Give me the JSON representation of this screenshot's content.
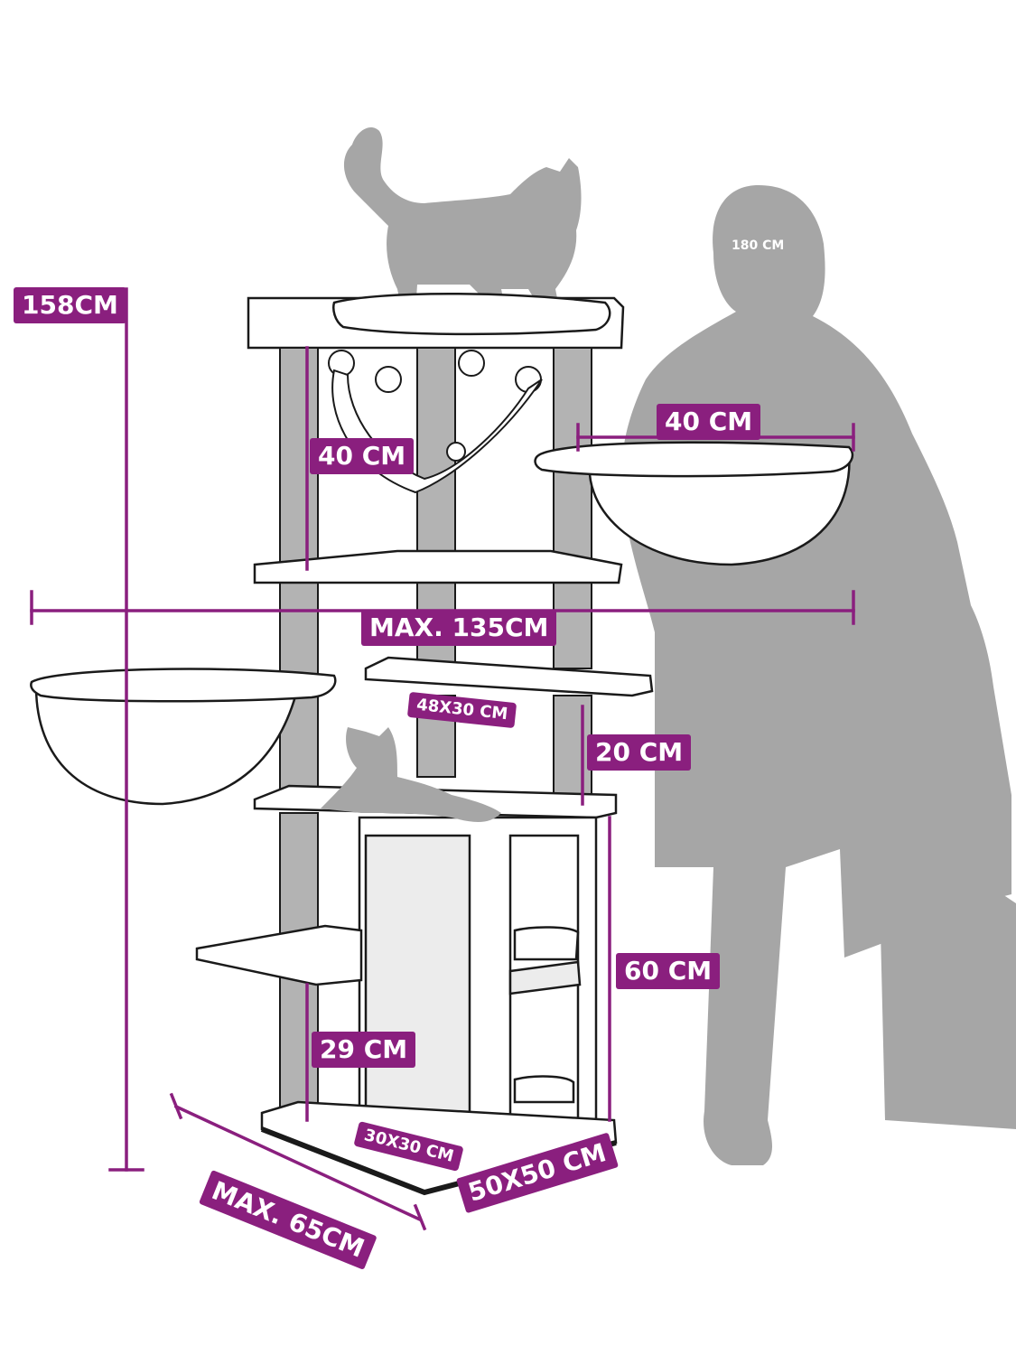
{
  "colors": {
    "accent": "#8a1f7e",
    "silhouette": "#a6a6a6",
    "post": "#b3b3b3",
    "outline": "#1a1a1a"
  },
  "dimensions": {
    "total_height": "158CM",
    "top_post_height": "40 CM",
    "hammock_width": "40 CM",
    "max_width": "MAX. 135CM",
    "shelf_size": "48X30 CM",
    "mid_post_height": "20 CM",
    "box_height": "60 CM",
    "lower_post_height": "29 CM",
    "box_base_size": "30X30 CM",
    "max_depth": "MAX. 65CM",
    "base_size": "50X50 CM"
  },
  "person": {
    "height_label": "180 CM"
  }
}
